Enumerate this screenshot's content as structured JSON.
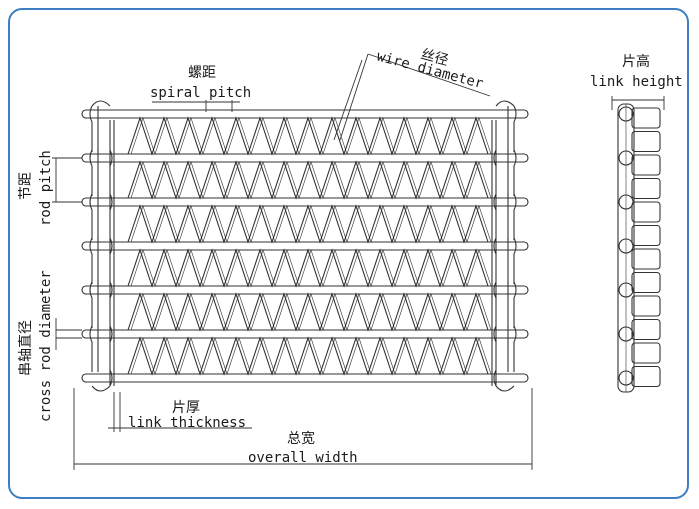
{
  "labels": {
    "spiral_pitch_cn": "螺距",
    "spiral_pitch_en": "spiral pitch",
    "wire_diameter_cn": "丝径",
    "wire_diameter_en": "wire diameter",
    "link_height_cn": "片高",
    "link_height_en": "link height",
    "rod_pitch_cn": "节距",
    "rod_pitch_en": "rod pitch",
    "cross_rod_cn": "串轴直径",
    "cross_rod_en": "cross rod diameter",
    "link_thickness_cn": "片厚",
    "link_thickness_en": "link thickness",
    "overall_width_cn": "总宽",
    "overall_width_en": "overall width"
  },
  "colors": {
    "border": "#3d7fc2",
    "line": "#333333"
  }
}
